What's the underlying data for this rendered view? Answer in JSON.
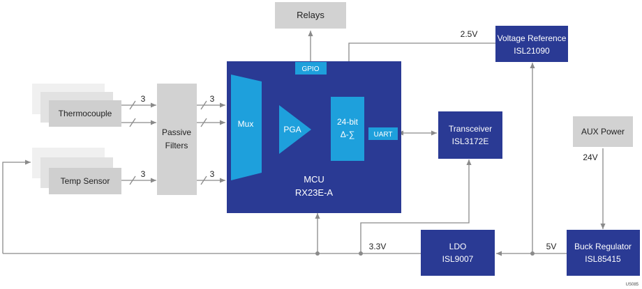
{
  "blocks": {
    "relays": "Relays",
    "voltage_ref": {
      "line1": "Voltage Reference",
      "line2": "ISL21090"
    },
    "thermocouple": "Thermocouple",
    "temp_sensor": "Temp Sensor",
    "passive_filters": {
      "line1": "Passive",
      "line2": "Filters"
    },
    "mcu": {
      "line1": "MCU",
      "line2": "RX23E-A"
    },
    "mux": "Mux",
    "pga": "PGA",
    "adc": {
      "line1": "24-bit",
      "line2": "Δ-∑"
    },
    "gpio": "GPIO",
    "uart": "UART",
    "transceiver": {
      "line1": "Transceiver",
      "line2": "ISL3172E"
    },
    "aux_power": "AUX Power",
    "ldo": {
      "line1": "LDO",
      "line2": "ISL9007"
    },
    "buck": {
      "line1": "Buck Regulator",
      "line2": "ISL85415"
    }
  },
  "labels": {
    "v_ref": "2.5V",
    "v_aux": "24V",
    "v_5": "5V",
    "v_33": "3.3V",
    "bus_a": "3",
    "bus_b": "3",
    "bus_c": "3",
    "bus_d": "3",
    "figure_id": "US085"
  },
  "colors": {
    "mcu_fill": "#2a3a94",
    "accent_blue": "#1ea0dc",
    "gray_box": "#d2d2d2",
    "line": "#8a8a8a",
    "text_dark": "#222222",
    "text_light": "#ffffff"
  }
}
